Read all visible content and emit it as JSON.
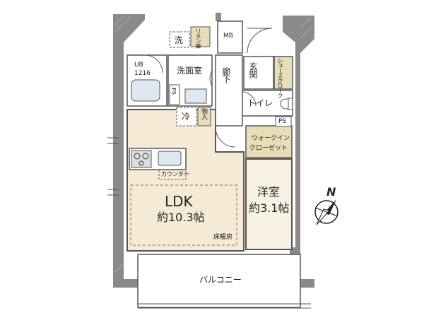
{
  "rooms": {
    "wash_icon": "洗",
    "linen": "リネン庫",
    "mb": "MB",
    "ub": "UB",
    "ub_size": "1216",
    "washroom": "洗面室",
    "corridor": "廊下",
    "entrance": "玄関",
    "shoe_cloak": "シューズクローク",
    "ps": "PS",
    "toilet": "トイレ",
    "fridge": "冷",
    "storage": "物入",
    "walkin": "ウォークイン",
    "closet": "クローゼット",
    "counter": "カウンター",
    "ldk": "LDK",
    "ldk_size": "約10.3帖",
    "floor_heating": "床暖房",
    "western": "洋室",
    "western_size": "約3.1帖",
    "balcony": "バルコニー"
  },
  "compass": {
    "north": "N"
  },
  "colors": {
    "ldk_floor": "#f5ead6",
    "room_floor": "#f7f2e4",
    "wall": "#7a7a7a",
    "storage_fill": "#e9dcb8",
    "wet_area": "#dfe8f0"
  }
}
